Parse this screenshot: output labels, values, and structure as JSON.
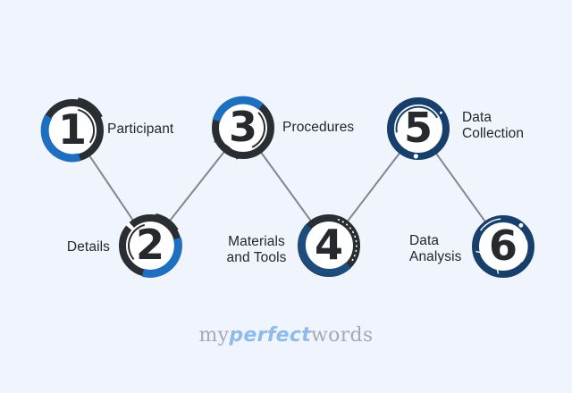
{
  "steps": [
    {
      "number": "1",
      "lines": [
        "Participant"
      ]
    },
    {
      "number": "2",
      "lines": [
        "Details"
      ]
    },
    {
      "number": "3",
      "lines": [
        "Procedures"
      ]
    },
    {
      "number": "4",
      "lines": [
        "Materials",
        "and Tools"
      ]
    },
    {
      "number": "5",
      "lines": [
        "Data",
        "Collection"
      ]
    },
    {
      "number": "6",
      "lines": [
        "Data",
        "Analysis"
      ]
    }
  ],
  "logo": {
    "my": "my",
    "perfect": "perfect",
    "words": "words"
  },
  "colors": {
    "background": "#f0f4fc",
    "ring_charcoal": "#2a2d31",
    "accent_blue": "#1e6fc0",
    "navy": "#16406b",
    "navy_light": "#1c4d7c",
    "connector_gray": "#82878d",
    "label_text": "#23262b",
    "logo_gray": "#a4aab2",
    "logo_blue": "#8fbbe9"
  }
}
